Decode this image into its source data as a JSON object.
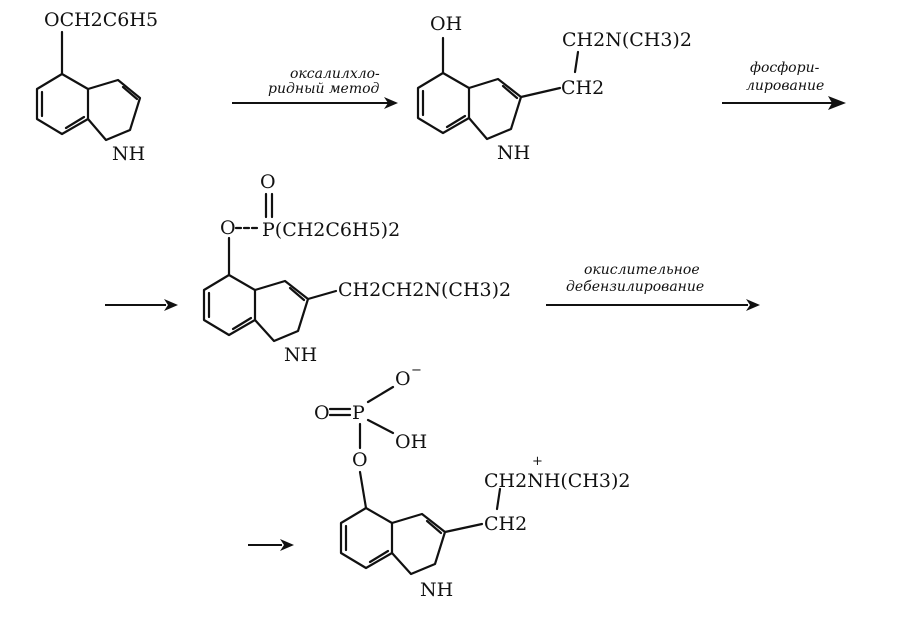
{
  "scheme": {
    "step1": {
      "substituent": "OCH2C6H5",
      "nh": "NH"
    },
    "arrow1": {
      "line1": "оксалилхло-",
      "line2": "ридный метод"
    },
    "step2": {
      "oh": "OH",
      "side_top": "CH2N(CH3)2",
      "side_bottom": "CH2",
      "nh": "NH"
    },
    "arrow2": {
      "line1": "фосфори-",
      "line2": "лирование"
    },
    "step3": {
      "o": "O",
      "p_group": "P(CH2C6H5)2",
      "p_oxo": "O",
      "side": "CH2CH2N(CH3)2",
      "nh": "NH"
    },
    "arrow3": {
      "line1": "окислительное",
      "line2": "дебензилирование"
    },
    "step4": {
      "o_minus": "O",
      "minus": "−",
      "oxo": "O",
      "p": "P",
      "oh": "OH",
      "o_link": "O",
      "side_top": "CH2NH(CH3)2",
      "plus": "+",
      "side_bottom": "CH2",
      "nh": "NH"
    }
  }
}
